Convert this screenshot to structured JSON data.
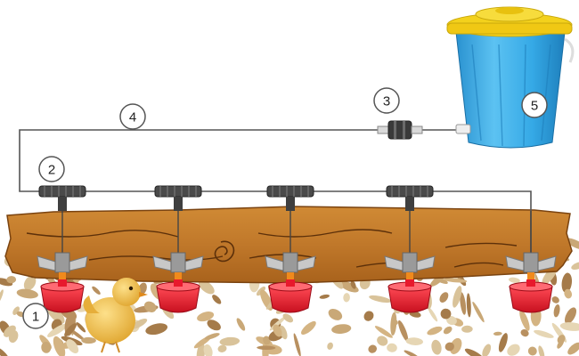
{
  "labels": [
    {
      "id": "cup",
      "text": "1"
    },
    {
      "id": "tee",
      "text": "2"
    },
    {
      "id": "valve",
      "text": "3"
    },
    {
      "id": "pipe",
      "text": "4"
    },
    {
      "id": "tank",
      "text": "5"
    }
  ],
  "colors": {
    "wood": "#c0782a",
    "wood_dark": "#8a4e16",
    "cup": "#e8192c",
    "tank_body": "#35a9e6",
    "tank_lid": "#f3d11c",
    "pipe": "#555555",
    "chick": "#f2c542"
  }
}
